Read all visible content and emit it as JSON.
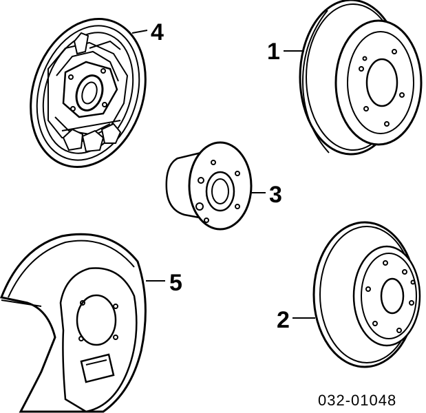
{
  "callouts": [
    {
      "id": "1",
      "label": "1"
    },
    {
      "id": "2",
      "label": "2"
    },
    {
      "id": "3",
      "label": "3"
    },
    {
      "id": "4",
      "label": "4"
    },
    {
      "id": "5",
      "label": "5"
    }
  ],
  "part_number": "032-01048",
  "colors": {
    "ink": "#000000",
    "paper": "#ffffff"
  }
}
